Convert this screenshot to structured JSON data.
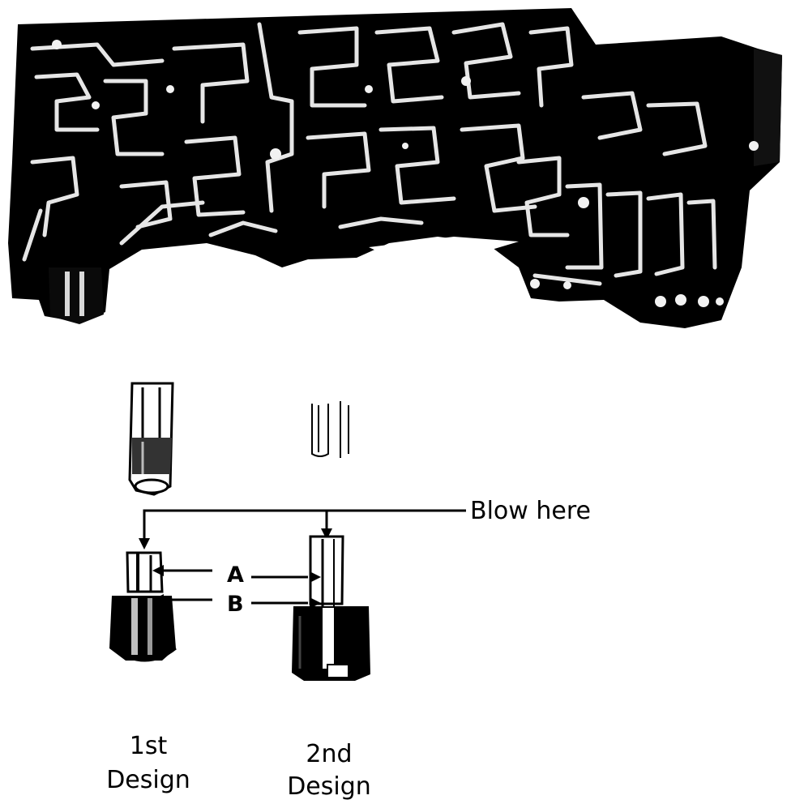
{
  "labels": {
    "blow_here": "Blow here",
    "point_a": "A",
    "point_b": "B",
    "first_design_line1": "1st",
    "first_design_line2": "Design",
    "second_design_line1": "2nd",
    "second_design_line2": "Design"
  },
  "colors": {
    "ink": "#000000",
    "paper": "#ffffff",
    "trace": "#e6e6e6"
  }
}
